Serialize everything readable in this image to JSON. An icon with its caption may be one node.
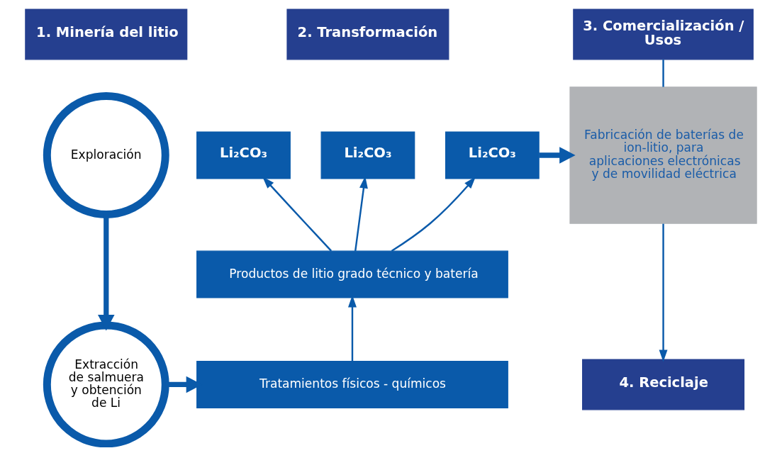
{
  "diagram": {
    "nodes": [
      {
        "text": [
          "1. Minería del litio"
        ]
      },
      {
        "text": [
          "2. Transformación"
        ]
      },
      {
        "text": [
          "3. Comercialización / Usos"
        ]
      },
      {
        "text": [
          "Exploración"
        ]
      },
      {
        "text": [
          "Extracción de salmuera y obtención de Li"
        ]
      },
      {
        "text": [
          "Li₂CO₃"
        ]
      },
      {
        "text": [
          "Li₂CO₃"
        ]
      },
      {
        "text": [
          "Li₂CO₃"
        ]
      },
      {
        "text": [
          "Productos de litio grado técnico y batería"
        ]
      },
      {
        "text": [
          "Tratamientos físicos - químicos"
        ]
      },
      {
        "text": [
          "Fabricación de baterías de ion-litio, para aplicaciones electrónicas y de movilidad eléctrica"
        ]
      },
      {
        "text": [
          "4. Reciclaje"
        ]
      }
    ],
    "edges": [
      {
        "from": 3,
        "to": 4,
        "arrow": "to",
        "style": "thick"
      },
      {
        "from": 4,
        "to": 9,
        "arrow": "to",
        "style": "thick"
      },
      {
        "from": 9,
        "to": 8,
        "arrow": "to"
      },
      {
        "from": 8,
        "to": 5,
        "arrow": "to"
      },
      {
        "from": 8,
        "to": 6,
        "arrow": "to"
      },
      {
        "from": 8,
        "to": 7,
        "arrow": "to"
      },
      {
        "from": 7,
        "to": 10,
        "arrow": "to",
        "style": "thick"
      },
      {
        "from": 2,
        "to": 10,
        "arrow": "none"
      },
      {
        "from": 10,
        "to": 11,
        "arrow": "to"
      }
    ]
  }
}
